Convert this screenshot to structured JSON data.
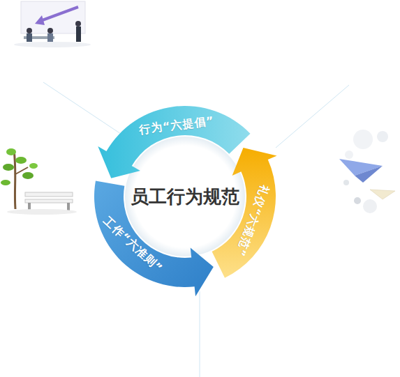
{
  "diagram": {
    "nodes": [
      {
        "text": [
          "员工行为规范"
        ]
      },
      {
        "text": [
          "行为“六提倡”"
        ]
      },
      {
        "text": [
          "工作“六准则”"
        ]
      },
      {
        "text": [
          "礼仪“六规范”"
        ]
      }
    ]
  }
}
